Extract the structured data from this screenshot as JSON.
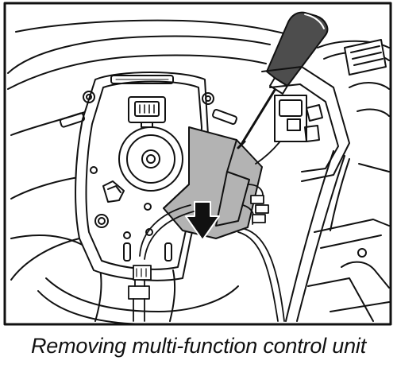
{
  "figure": {
    "caption": "Removing multi-function control unit",
    "colors": {
      "line": "#111111",
      "paper": "#ffffff",
      "unit_fill": "#b3b3b3",
      "handle_fill": "#4d4d4d",
      "arrow_fill": "#111111"
    },
    "parts": [
      "steering-wheel-hub",
      "airbag-connector",
      "center-bolt",
      "multi-function-control-unit",
      "screwdriver",
      "removal-arrow",
      "wiring-harness",
      "steering-column-shroud",
      "dashboard-vent"
    ]
  }
}
